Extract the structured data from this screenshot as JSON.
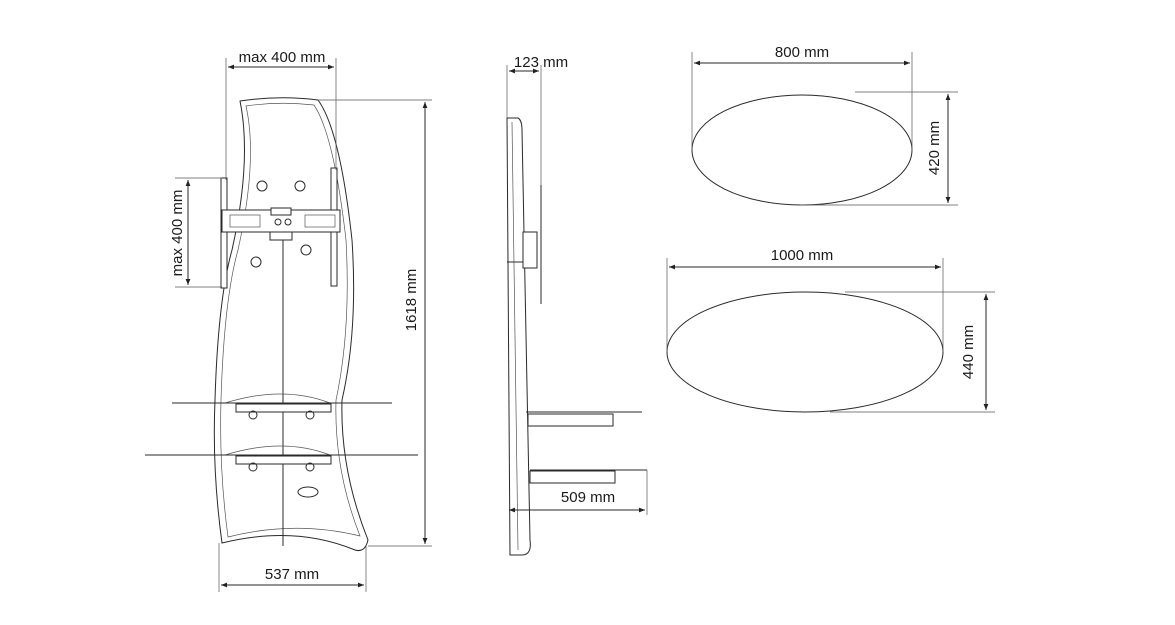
{
  "front_view": {
    "width_mount_label": "max 400 mm",
    "height_mount_label": "max 400 mm",
    "total_height_label": "1618 mm",
    "base_width_label": "537 mm"
  },
  "side_view": {
    "depth_mount_label": "123 mm",
    "shelf_depth_label": "509 mm"
  },
  "shelves": {
    "small_shelf": {
      "width_label": "800 mm",
      "depth_label": "420 mm"
    },
    "large_shelf": {
      "width_label": "1000 mm",
      "depth_label": "440 mm"
    }
  },
  "colors": {
    "line": "#2a2a2a",
    "background": "#ffffff"
  }
}
